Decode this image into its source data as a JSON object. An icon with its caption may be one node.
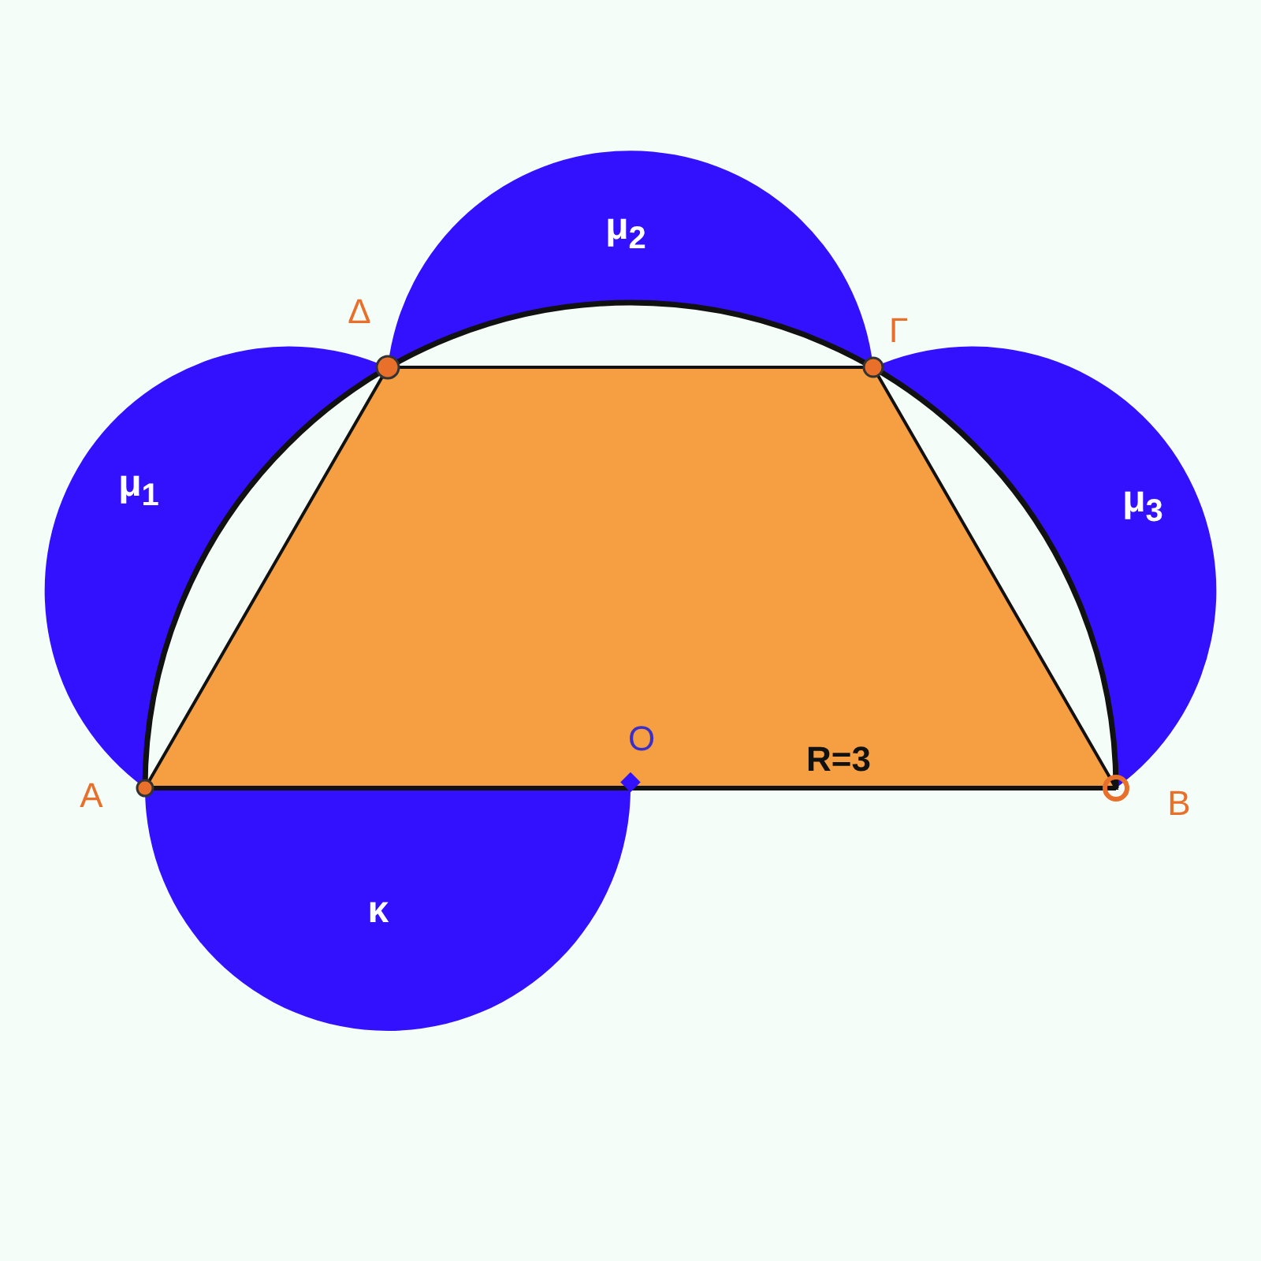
{
  "diagram": {
    "labels": [
      "μ$_{2}$",
      "Δ",
      "Γ",
      "μ$_{1}$",
      "μ$_{3}$",
      "O",
      "R=3",
      "A",
      "B",
      "κ"
    ]
  }
}
